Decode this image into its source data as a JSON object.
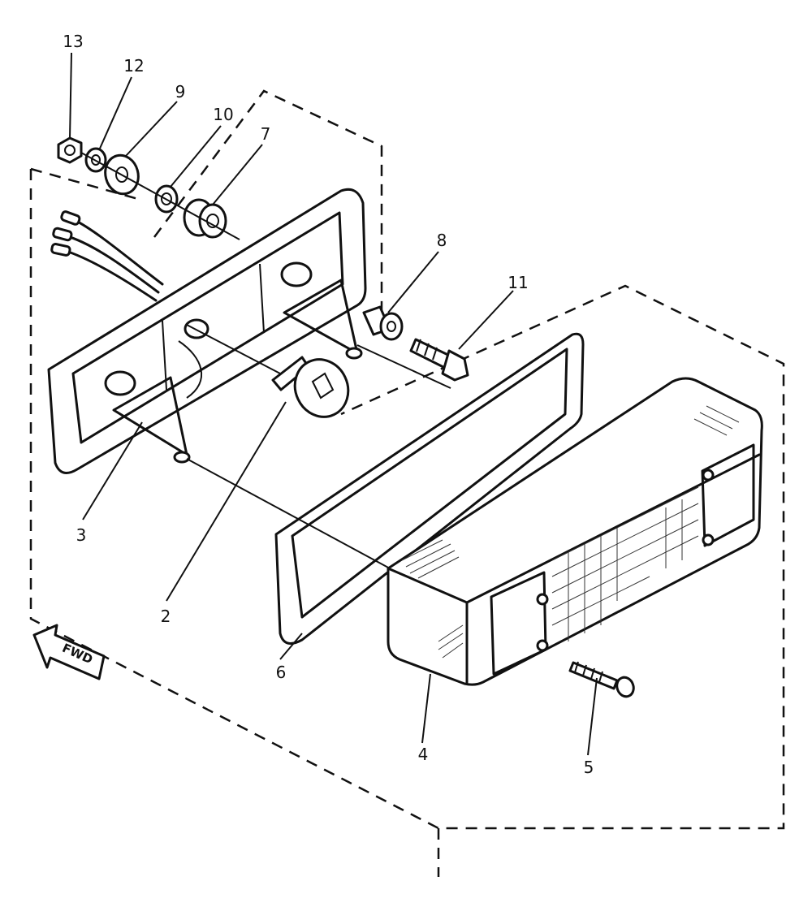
{
  "diagram": {
    "callouts": [
      {
        "id": "13",
        "text": "13"
      },
      {
        "id": "12",
        "text": "12"
      },
      {
        "id": "9",
        "text": "9"
      },
      {
        "id": "10",
        "text": "10"
      },
      {
        "id": "7",
        "text": "7"
      },
      {
        "id": "8",
        "text": "8"
      },
      {
        "id": "11",
        "text": "11"
      },
      {
        "id": "3",
        "text": "3"
      },
      {
        "id": "2",
        "text": "2"
      },
      {
        "id": "6",
        "text": "6"
      },
      {
        "id": "4",
        "text": "4"
      },
      {
        "id": "5",
        "text": "5"
      }
    ],
    "fwd_label": "FWD"
  }
}
